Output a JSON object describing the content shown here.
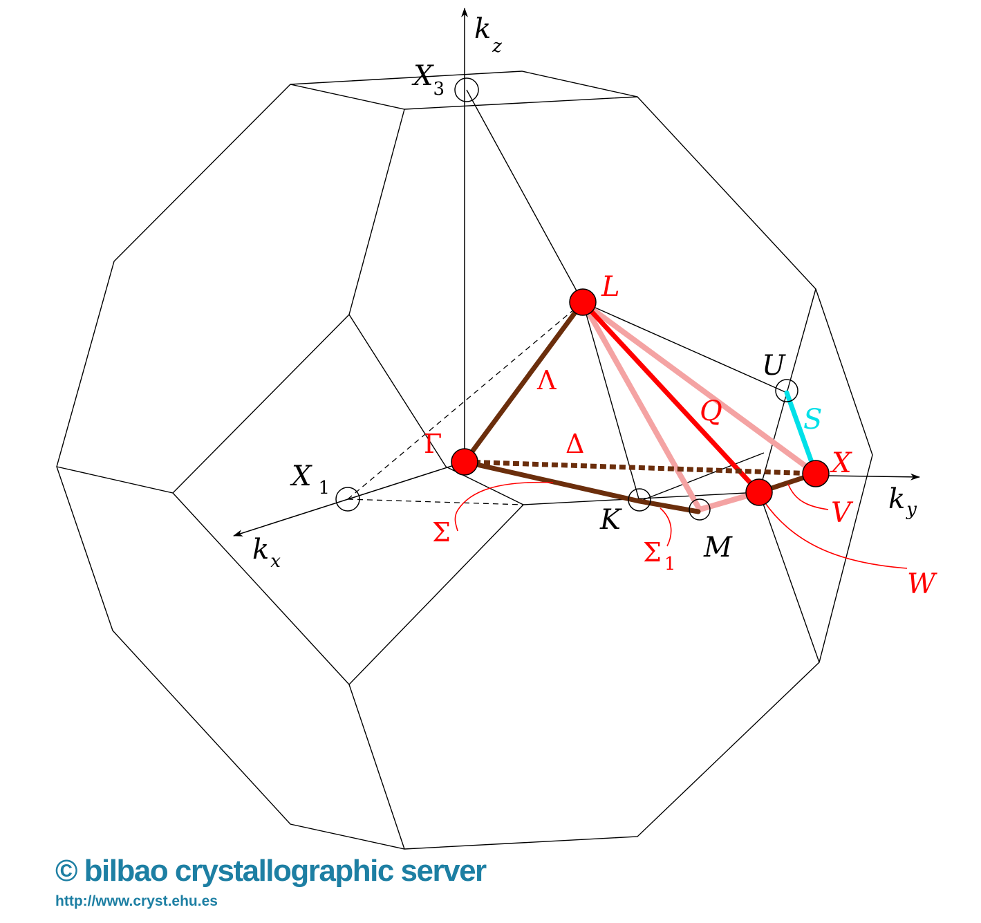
{
  "axes": {
    "kz": {
      "base": "k",
      "sub": "z"
    },
    "ky": {
      "base": "k",
      "sub": "y"
    },
    "kx": {
      "base": "k",
      "sub": "x"
    }
  },
  "points": {
    "X3": {
      "base": "X",
      "sub": "3"
    },
    "X1": {
      "base": "X",
      "sub": "1"
    },
    "L": "L",
    "Gamma": "Γ",
    "X": "X",
    "W": "W",
    "K": "K",
    "M": "M",
    "U": "U"
  },
  "lines": {
    "Lambda": "Λ",
    "Delta": "Δ",
    "Sigma": "Σ",
    "Sigma1": {
      "base": "Σ",
      "sub": "1"
    },
    "Q": "Q",
    "S": "S",
    "V": "V"
  },
  "colors": {
    "high_symmetry_point": "#ff0000",
    "path_brown": "#6b2e0c",
    "path_red": "#ff0000",
    "path_pink": "#f4a3a3",
    "path_cyan": "#00e0e8",
    "label_red": "#ff0000",
    "logo": "#1d7fa3"
  },
  "logo": {
    "title": "© bilbao crystallographic server",
    "url": "http://www.cryst.ehu.es"
  }
}
